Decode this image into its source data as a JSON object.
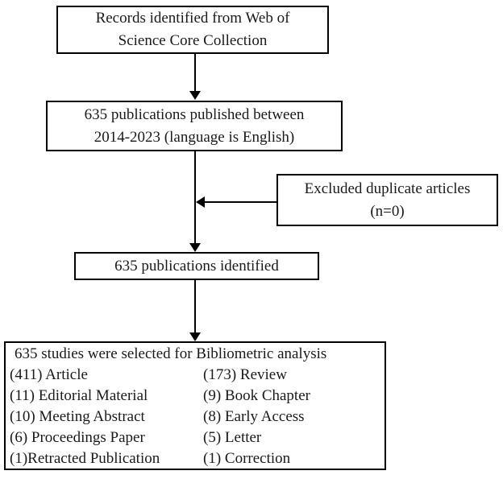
{
  "flowchart": {
    "colors": {
      "border": "#000000",
      "text": "#1a1a1a",
      "background": "#ffffff"
    },
    "records_box": {
      "line1": "Records identified from Web of",
      "line2": "Science Core Collection"
    },
    "publications_box": {
      "line1": "635 publications published between",
      "line2": "2014-2023 (language is English)"
    },
    "excluded_box": {
      "line1": "Excluded duplicate articles",
      "line2": "(n=0)"
    },
    "identified_box": {
      "text": "635 publications identified"
    },
    "selected_box": {
      "title": "635 studies were selected for Bibliometric analysis",
      "rows": [
        {
          "left": "(411) Article",
          "right": "(173) Review"
        },
        {
          "left": "(11) Editorial Material",
          "right": "(9) Book Chapter"
        },
        {
          "left": "(10) Meeting Abstract",
          "right": "(8) Early Access"
        },
        {
          "left": "(6) Proceedings Paper",
          "right": "(5) Letter"
        },
        {
          "left": "(1)Retracted Publication",
          "right": "(1) Correction"
        }
      ]
    }
  }
}
